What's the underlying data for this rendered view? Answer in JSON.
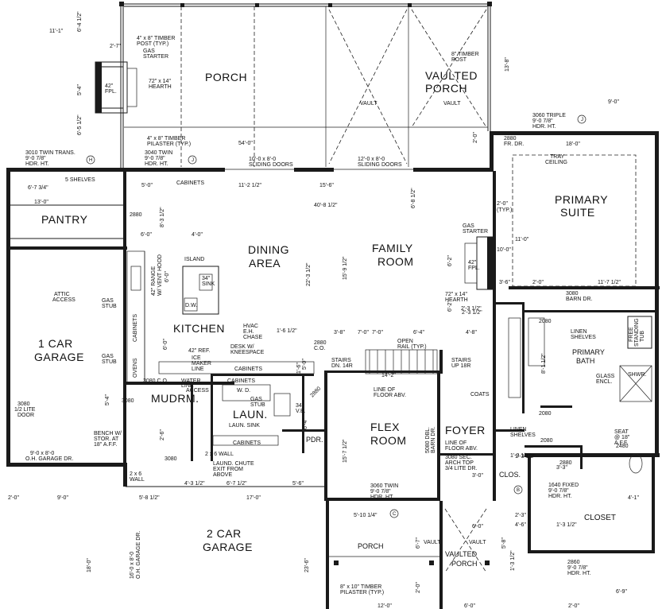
{
  "rooms": {
    "porch": "PORCH",
    "vaulted": "VAULTED",
    "porch2": "PORCH",
    "pantry": "PANTRY",
    "dining1": "DINING",
    "dining2": "AREA",
    "family1": "FAMILY",
    "family2": "ROOM",
    "primary1": "PRIMARY",
    "primary2": "SUITE",
    "garage1a": "1 CAR",
    "garage1b": "GARAGE",
    "kitchen": "KITCHEN",
    "mudrm": "MUDRM.",
    "laun": "LAUN.",
    "flex1": "FLEX",
    "flex2": "ROOM",
    "foyer": "FOYER",
    "pdr": "PDR.",
    "closet": "CLOSET",
    "clos": "CLOS.",
    "garage2a": "2 CAR",
    "garage2b": "GARAGE",
    "porch_bottom": "PORCH",
    "vaulted_b1": "VAULTED",
    "vaulted_b2": "PORCH",
    "primary_bath1": "PRIMARY",
    "primary_bath2": "BATH"
  },
  "labels": {
    "timber_post": "4\" x 8\" TIMBER",
    "timber_post2": "POST (TYP.)",
    "gas_starter": "GAS",
    "gas_starter2": "STARTER",
    "hearth": "72\" x 14\"",
    "hearth2": "HEARTH",
    "fpl": "42\"",
    "fpl2": "FPL.",
    "timber_post_r": "8\" TIMBER",
    "timber_post_r2": "POST",
    "vault1": "VAULT",
    "vault2": "VAULT",
    "triple": "3060 TRIPLE",
    "triple2": "9'-0 7/8\"",
    "triple3": "HDR. HT.",
    "pilaster": "4\" x 8\" TIMBER",
    "pilaster2": "PILASTER (TYP.)",
    "twin_trans": "3010 TWIN TRANS.",
    "twin_trans2": "9'-0 7/8\"",
    "twin_trans3": "HDR. HT.",
    "twin3040": "3040 TWIN",
    "twin3040b": "9'-0 7/8\"",
    "twin3040c": "HDR. HT.",
    "sliding1": "10'-0 x 8'-0",
    "sliding1b": "SLIDING DOORS",
    "sliding2": "12'-0 x 8'-0",
    "sliding2b": "SLIDING DOORS",
    "door2880": "2880",
    "fr_dr": "FR. DR.",
    "tray": "TRAY",
    "tray2": "CEILING",
    "shelves": "5 SHELVES",
    "cabinets": "CABINETS",
    "cabinets2": "CABINETS",
    "pantry_door": "2880",
    "island": "ISLAND",
    "sink": "34\"",
    "sink2": "SINK",
    "dw": "D.W.",
    "range": "42\" RANGE",
    "range2": "W/ VENT HOOD",
    "cabinets_v": "CABINETS",
    "gas_stub": "GAS",
    "gas_stub2": "STUB",
    "gas_stub3": "GAS",
    "gas_stub4": "STUB",
    "ovens": "OVENS",
    "attic": "ATTIC",
    "attic2": "ACCESS",
    "hvac": "HVAC",
    "hvac2": "E.H.",
    "hvac3": "CHASE",
    "desk": "DESK W/",
    "desk2": "KNEESPACE",
    "ref": "42\" REF.",
    "ice": "ICE",
    "ice2": "MAKER",
    "ice3": "LINE",
    "cabinets3": "CABINETS",
    "co3080": "3080 C.O.",
    "water_line": "WATER",
    "water_line2": "LINE",
    "access": "ACCESS",
    "door3080": "3080",
    "cabinets4": "CABINETS",
    "wd": "W.   D.",
    "gas_stub5": "GAS",
    "gas_stub6": "STUB",
    "vb": "34\"",
    "vb2": "V.B.",
    "laun_sink": "LAUN. SINK",
    "cabinets5": "CABINETS",
    "bench": "BENCH W/",
    "bench2": "STOR. AT",
    "bench3": "18\" A.F.F.",
    "door3080b": "3080",
    "wall": "2 x 6 WALL",
    "chute": "LAUND. CHUTE",
    "chute2": "EXIT FROM",
    "chute3": "ABOVE",
    "wall2": "2 x 6",
    "wall3": "WALL",
    "lite_door": "3080",
    "lite_door2": "1/2 LITE",
    "lite_door3": "DOOR",
    "oh_door": "9'-0 x 8'-0",
    "oh_door2": "O.H. GARAGE DR.",
    "oh_door_b": "16'-0 x 8'-0",
    "oh_door_b2": "O.H. GARAGE DR.",
    "stairs_dn": "STAIRS",
    "stairs_dn2": "DN. 14R",
    "stairs_up": "STAIRS",
    "stairs_up2": "UP 18R",
    "open_rail": "OPEN",
    "open_rail2": "RAIL (TYP.)",
    "floor_abv": "LINE OF",
    "floor_abv2": "FLOOR ABV.",
    "co2880": "2880",
    "co2880b": "C.O.",
    "barn": "5080 DBL.",
    "barn2": "BARN DR.",
    "coats": "COATS",
    "floor_abv3": "LINE OF",
    "floor_abv4": "FLOOR ABV.",
    "sec": "3080 SEC.",
    "sec2": "ARCH TOP",
    "sec3": "3/4 LITE DR.",
    "twin3060": "3060 TWIN",
    "twin3060b": "9'-0 7/8\"",
    "twin3060c": "HDR. HT.",
    "barn_dr": "3080",
    "barn_dr2": "BARN DR.",
    "door2080a": "2080",
    "linen": "LINEN",
    "linen2": "SHELVES",
    "free": "FREE",
    "free2": "STANDING",
    "free3": "TUB",
    "glass": "GLASS",
    "glass2": "ENCL.",
    "shwr": "SHWR.",
    "seat": "SEAT",
    "seat2": "@ 18\"",
    "seat3": "A.F.F.",
    "door2080b": "2080",
    "linen3": "LINEN",
    "linen4": "SHELVES",
    "door2080c": "2080",
    "door2880c": "2880",
    "door2480": "2480",
    "fixed": "1640 FIXED",
    "fixed2": "9'-0 7/8\"",
    "fixed3": "HDR. HT.",
    "door2860": "2860",
    "door2860b": "9'-0 7/8\"",
    "door2860c": "HDR. HT.",
    "pilaster_b": "8\" x 10\" TIMBER",
    "pilaster_b2": "PILASTER (TYP.)",
    "vault_b1": "VAULT",
    "vault_b2": "VAULT",
    "gas_starter_f": "GAS",
    "gas_starter_f2": "STARTER",
    "fpl_f": "42\"",
    "fpl_f2": "FPL.",
    "hearth_f": "72\" x 14\"",
    "hearth_f2": "HEARTH",
    "typ": "(TYP.)",
    "pdr_door": "2880"
  },
  "dims": {
    "d1": "6'-4 1/2\"",
    "d2": "11'-1\"",
    "d3": "2'-7\"",
    "d4": "5'-4\"",
    "d5": "6'-5 1/2\"",
    "d6": "54'-0\"",
    "d7": "13'-8\"",
    "d8": "9'-0\"",
    "d9": "2'-0\"",
    "d10": "18'-0\"",
    "d11": "6'-7 3/4\"",
    "d12": "13'-0\"",
    "d13": "5'-0\"",
    "d14": "11'-2 1/2\"",
    "d15": "15'-6\"",
    "d16": "40'-8 1/2\"",
    "d17": "6'-8 1/2\"",
    "d18": "8'-3 1/2\"",
    "d19": "6'-0\"",
    "d20": "4'-0\"",
    "d21": "6'-0\"",
    "d22": "22'-3 1/2\"",
    "d23": "15'-9 1/2\"",
    "d24": "6'-2\"",
    "d25": "2'-0\"",
    "d26": "11'-0\"",
    "d27": "10'-0\"",
    "d28": "3'-6\"",
    "d29": "2'-0\"",
    "d30": "11'-7 1/2\"",
    "d31": "2'-3 1/2\"",
    "d32": "4'-8\"",
    "d33": "3'-8\"",
    "d34": "7'-0\"",
    "d35": "6'-4\"",
    "d36": "1'-6 1/2\"",
    "d37": "14'-2\"",
    "d38": "5'-0\"",
    "d39": "6'-0\"",
    "d40": "5'-4\"",
    "d41": "2'-6\"",
    "d42": "6'-4\"",
    "d43": "15'-7 1/2\"",
    "d44": "8'-1 1/2\"",
    "d45": "1'-3 1/2\"",
    "d46": "4'-3 1/2\"",
    "d47": "6'-7 1/2\"",
    "d48": "5'-6\"",
    "d49": "2'-0\"",
    "d50": "9'-0\"",
    "d51": "5'-8 1/2\"",
    "d52": "17'-0\"",
    "d53": "3'-0\"",
    "d54": "5'-10 1/4\"",
    "d55": "6'-0\"",
    "d56": "2'-3\"",
    "d57": "4'-6\"",
    "d58": "1'-3 1/2\"",
    "d59": "4'-1\"",
    "d60": "18'-0\"",
    "d61": "23'-6\"",
    "d62": "12'-0\"",
    "d63": "6'-7\"",
    "d64": "2'-0\"",
    "d65": "6'-9\"",
    "d66": "6'-0\"",
    "d67": "2'-0\"",
    "d68": "1'-6\"",
    "d69": "1'-3 1/2\"",
    "d70": "6'-2\"",
    "d71": "7'-0\"",
    "d72": "2'-3 1/2\"",
    "d73": "3'-3\"",
    "d74": "5'-8\"",
    "d75": "1'-3 1/2\""
  },
  "tags": {
    "t1": "H",
    "t2": "J",
    "t3": "J",
    "t4": "C",
    "t5": "B"
  }
}
